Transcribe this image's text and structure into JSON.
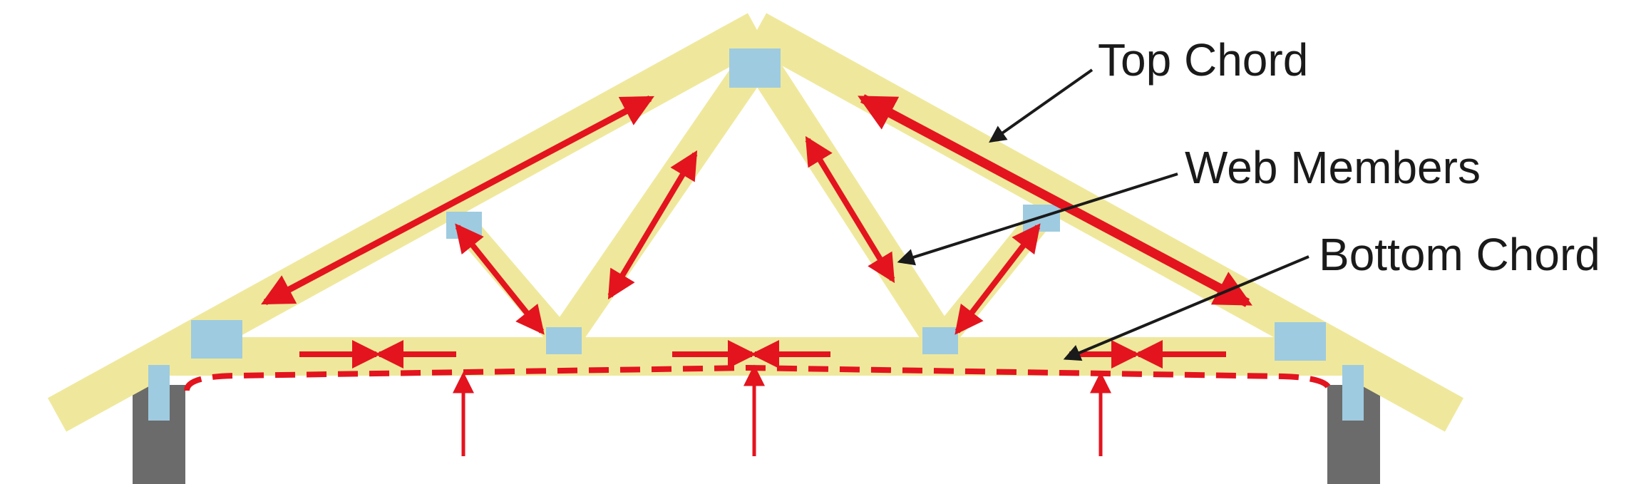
{
  "labels": {
    "top_chord": "Top Chord",
    "web_members": "Web Members",
    "bottom_chord": "Bottom Chord"
  },
  "colors": {
    "wood": "#efe89c",
    "plate": "#9ecbe0",
    "force": "#e3141e",
    "leader": "#1a1a1a",
    "support": "#6b6b6b",
    "background": "#ffffff"
  }
}
